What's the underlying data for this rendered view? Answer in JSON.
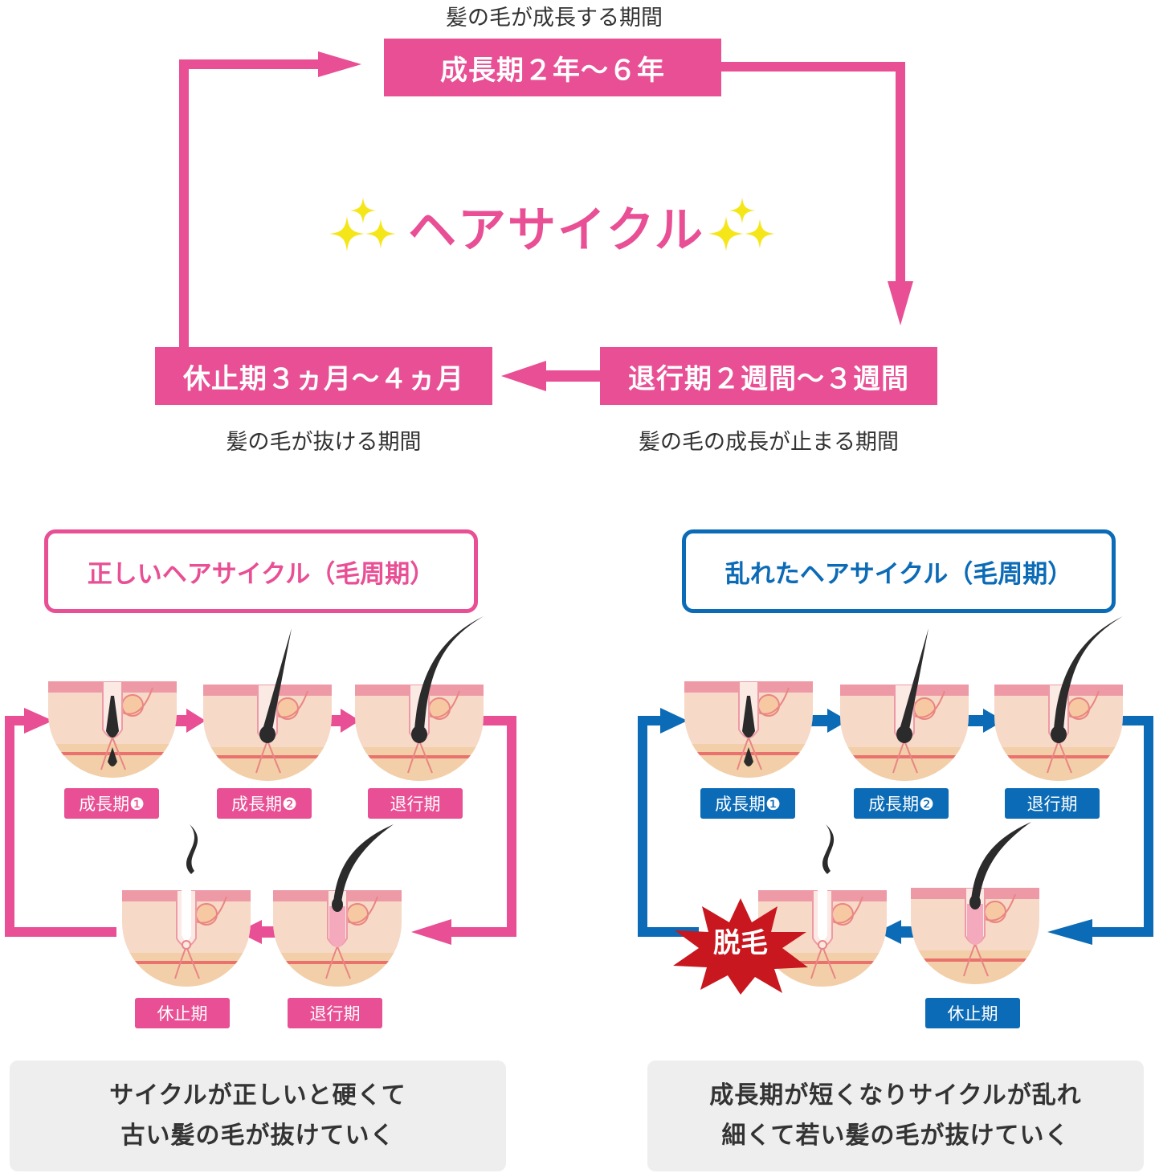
{
  "top_cycle": {
    "title": "ヘアサイクル",
    "growth": {
      "label": "成長期２年〜６年",
      "caption": "髪の毛が成長する期間"
    },
    "regression": {
      "label": "退行期２週間〜３週間",
      "caption": "髪の毛の成長が止まる期間"
    },
    "rest": {
      "label": "休止期３ヵ月〜４ヵ月",
      "caption": "髪の毛が抜ける期間"
    }
  },
  "correct_cycle": {
    "title": "正しいヘアサイクル（毛周期）",
    "labels": [
      "成長期❶",
      "成長期❷",
      "退行期",
      "休止期",
      "退行期"
    ],
    "summary_line1": "サイクルが正しいと硬くて",
    "summary_line2": "古い髪の毛が抜けていく",
    "color": "#e84f94"
  },
  "disturbed_cycle": {
    "title": "乱れたヘアサイクル（毛周期）",
    "labels": [
      "成長期❶",
      "成長期❷",
      "退行期",
      "休止期"
    ],
    "hair_loss_badge": "脱毛",
    "summary_line1": "成長期が短くなりサイクルが乱れ",
    "summary_line2": "細くて若い髪の毛が抜けていく",
    "color": "#0b6bb6"
  }
}
